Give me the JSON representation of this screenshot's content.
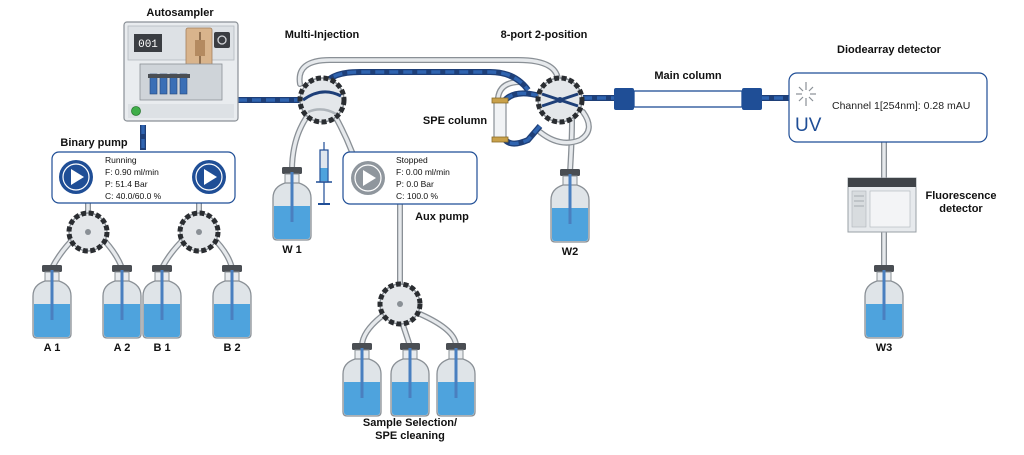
{
  "autosampler": {
    "title": "Autosampler",
    "display": "001"
  },
  "binary_pump": {
    "title": "Binary pump",
    "status": "Running",
    "flow": "F: 0.90 ml/min",
    "pressure": "P: 51.4  Bar",
    "composition": "C: 40.0/60.0 %"
  },
  "aux_pump": {
    "title": "Aux pump",
    "status": "Stopped",
    "flow": "F: 0.00 ml/min",
    "pressure": "P: 0.0  Bar",
    "composition": "C: 100.0 %"
  },
  "multi_injection": {
    "title": "Multi-Injection"
  },
  "valve_8port": {
    "title": "8-port 2-position"
  },
  "spe_column": {
    "title": "SPE column"
  },
  "main_column": {
    "title": "Main column"
  },
  "dad": {
    "title": "Diodearray detector",
    "uv_label": "UV",
    "channel": "Channel 1[254nm]: 0.28 mAU"
  },
  "fluorescence": {
    "title_line1": "Fluorescence",
    "title_line2": "detector"
  },
  "sample_selection": {
    "line1": "Sample Selection/",
    "line2": "SPE cleaning"
  },
  "bottles": {
    "a1": "A 1",
    "a2": "A 2",
    "b1": "B 1",
    "b2": "B 2",
    "w1": "W 1",
    "w2": "W2",
    "w3": "W3"
  },
  "colors": {
    "accent": "#1f4e96",
    "flow": "#2f64b0",
    "liquid": "#4ea3dd",
    "status_ok": "#3fae49"
  }
}
